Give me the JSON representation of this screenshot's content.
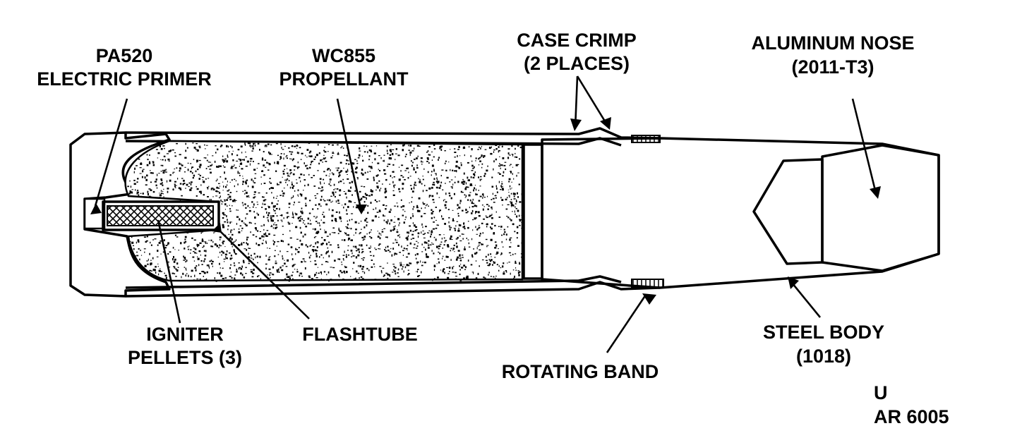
{
  "labels": {
    "primer": [
      "PA520",
      "ELECTRIC PRIMER"
    ],
    "propellant": [
      "WC855",
      "PROPELLANT"
    ],
    "case_crimp": [
      "CASE CRIMP",
      "(2 PLACES)"
    ],
    "aluminum_nose": [
      "ALUMINUM NOSE",
      "(2011-T3)"
    ],
    "igniter_pellets": [
      "IGNITER",
      "PELLETS (3)"
    ],
    "flashtube": [
      "FLASHTUBE"
    ],
    "rotating_band": [
      "ROTATING BAND"
    ],
    "steel_body": [
      "STEEL BODY",
      "(1018)"
    ],
    "figure_id": [
      "U",
      "AR 6005"
    ]
  },
  "colors": {
    "ink": "#000000",
    "paper": "#ffffff"
  }
}
